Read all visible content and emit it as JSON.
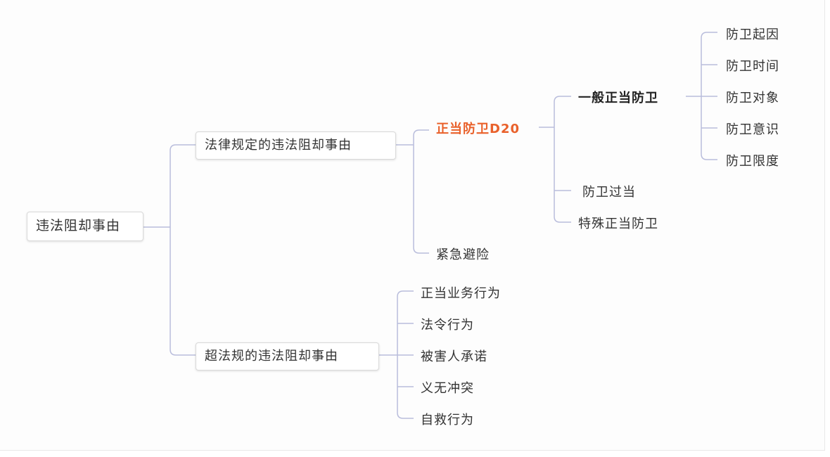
{
  "diagram": {
    "root": "违法阻却事由",
    "branches": {
      "legal": {
        "label": "法律规定的违法阻却事由",
        "self_defense": {
          "label": "正当防卫D20",
          "general": {
            "label": "一般正当防卫",
            "items": [
              "防卫起因",
              "防卫时间",
              "防卫对象",
              "防卫意识",
              "防卫限度"
            ]
          },
          "excessive": "防卫过当",
          "special": "特殊正当防卫"
        },
        "necessity": "紧急避险"
      },
      "extra_legal": {
        "label": "超法规的违法阻却事由",
        "items": [
          "正当业务行为",
          "法令行为",
          "被害人承诺",
          "义无冲突",
          "自救行为"
        ]
      }
    },
    "colors": {
      "connector": "#b9bddc",
      "accent": "#e9612b",
      "text": "#333333"
    }
  }
}
